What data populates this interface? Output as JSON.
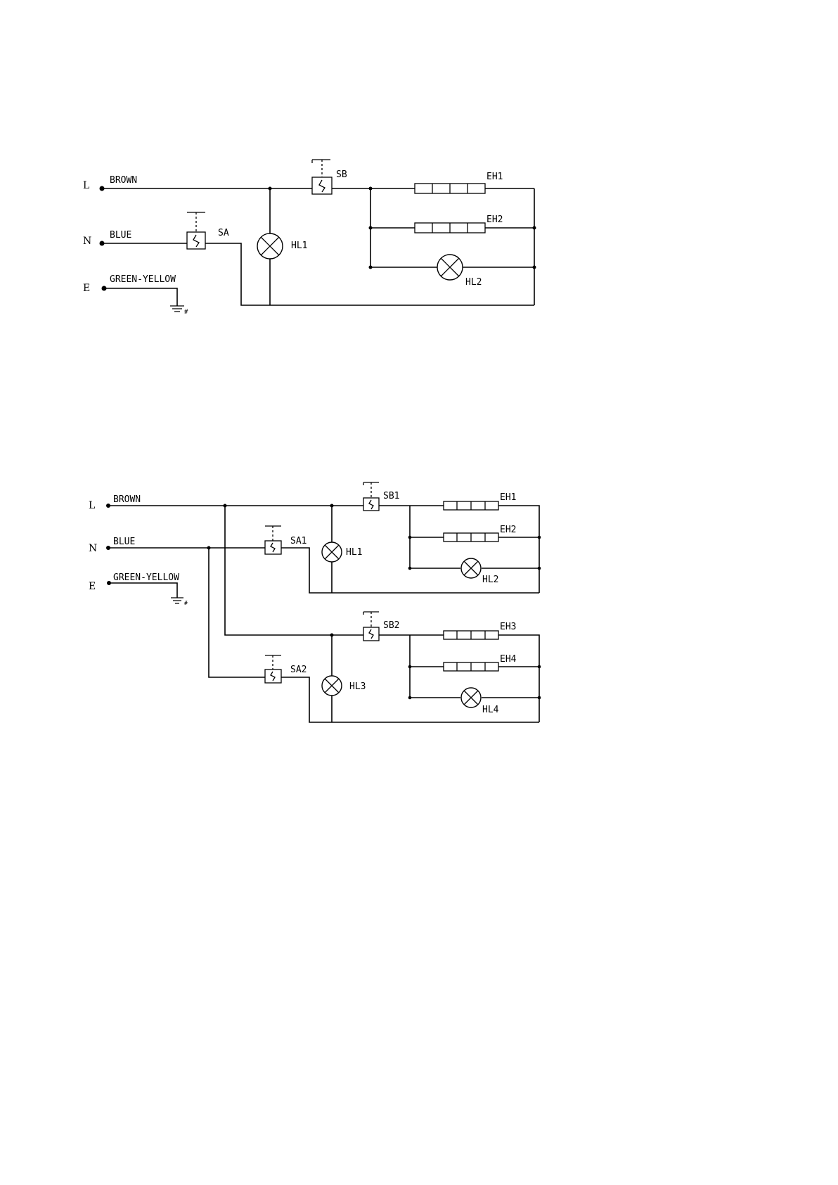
{
  "diagram1": {
    "terminals": {
      "line": "L",
      "neutral": "N",
      "earth": "E"
    },
    "wires": {
      "line": "BROWN",
      "neutral": "BLUE",
      "earth": "GREEN-YELLOW"
    },
    "components": {
      "switch_a": "SA",
      "switch_b": "SB",
      "heater_1": "EH1",
      "heater_2": "EH2",
      "lamp_1": "HL1",
      "lamp_2": "HL2"
    }
  },
  "diagram2": {
    "terminals": {
      "line": "L",
      "neutral": "N",
      "earth": "E"
    },
    "wires": {
      "line": "BROWN",
      "neutral": "BLUE",
      "earth": "GREEN-YELLOW"
    },
    "components": {
      "switch_a1": "SA1",
      "switch_a2": "SA2",
      "switch_b1": "SB1",
      "switch_b2": "SB2",
      "heater_1": "EH1",
      "heater_2": "EH2",
      "heater_3": "EH3",
      "heater_4": "EH4",
      "lamp_1": "HL1",
      "lamp_2": "HL2",
      "lamp_3": "HL3",
      "lamp_4": "HL4"
    }
  }
}
